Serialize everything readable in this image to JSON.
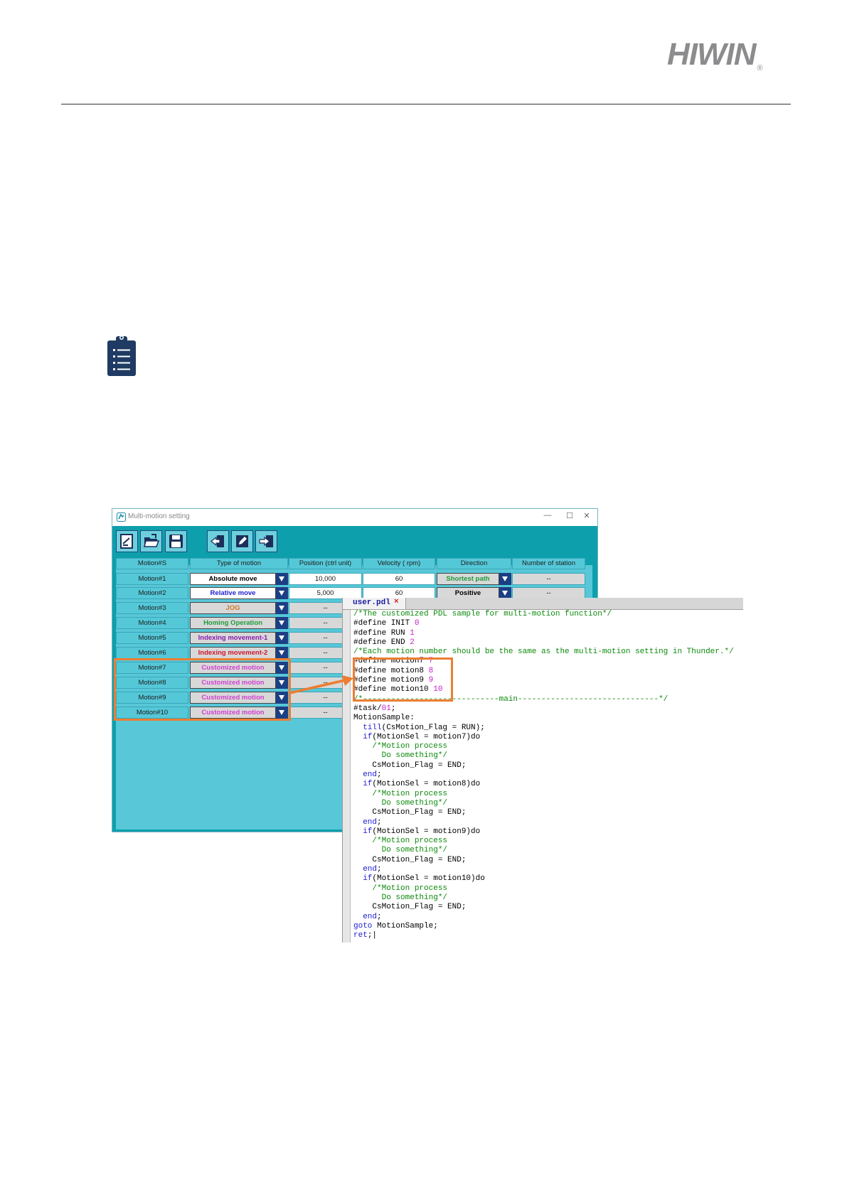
{
  "brand": {
    "name": "HIWIN",
    "reg": "®"
  },
  "window": {
    "title": "Multi-motion setting",
    "minimize": "—",
    "maximize": "☐",
    "close": "✕"
  },
  "toolbar": [
    "new-icon",
    "open-folder-icon",
    "save-icon",
    "import-icon",
    "edit-icon",
    "export-icon"
  ],
  "table": {
    "headers": [
      "Motion#S",
      "Type of motion",
      "Position (ctrl unit)",
      "Velocity ( rpm)",
      "Direction",
      "Number of station"
    ],
    "rows": [
      {
        "label": "Motion#1",
        "type": "Absolute move",
        "position": "10,000",
        "velocity": "60",
        "direction": "Shortest path",
        "station": "--"
      },
      {
        "label": "Motion#2",
        "type": "Relative move",
        "position": "5,000",
        "velocity": "60",
        "direction": "Positive",
        "station": "--"
      },
      {
        "label": "Motion#3",
        "type": "JOG",
        "position": "--"
      },
      {
        "label": "Motion#4",
        "type": "Homing Operation",
        "position": "--"
      },
      {
        "label": "Motion#5",
        "type": "Indexing movement-1",
        "position": "--"
      },
      {
        "label": "Motion#6",
        "type": "Indexing movement-2",
        "position": "--"
      },
      {
        "label": "Motion#7",
        "type": "Customized motion",
        "position": "--"
      },
      {
        "label": "Motion#8",
        "type": "Customized motion",
        "position": "--"
      },
      {
        "label": "Motion#9",
        "type": "Customized motion",
        "position": "--"
      },
      {
        "label": "Motion#10",
        "type": "Customized motion",
        "position": "--"
      }
    ],
    "type_colors": {
      "Absolute move": "#000000",
      "Relative move": "#1d1dd0",
      "JOG": "#d07a2a",
      "Homing Operation": "#1f9b3a",
      "Indexing movement-1": "#8a1ab0",
      "Indexing movement-2": "#d01530",
      "Customized motion": "#d23fd2"
    },
    "direction_colors": {
      "Shortest path": "#1f9b3a",
      "Positive": "#000000"
    },
    "highlight_color": "#ed7d31"
  },
  "editor": {
    "tab_name": "user.pdl",
    "tab_close": "×",
    "lines": [
      [
        [
          "c",
          "/*The customized PDL sample for multi-motion function*/"
        ]
      ],
      [
        [
          "t",
          "#define INIT "
        ],
        [
          "n",
          "0"
        ]
      ],
      [
        [
          "t",
          "#define RUN "
        ],
        [
          "n",
          "1"
        ]
      ],
      [
        [
          "t",
          "#define END "
        ],
        [
          "n",
          "2"
        ]
      ],
      [
        [
          "c",
          "/*Each motion number should be the same as the multi-motion setting in Thunder.*/"
        ]
      ],
      [
        [
          "t",
          "#define motion7 "
        ],
        [
          "n",
          "7"
        ]
      ],
      [
        [
          "t",
          "#define motion8 "
        ],
        [
          "n",
          "8"
        ]
      ],
      [
        [
          "t",
          "#define motion9 "
        ],
        [
          "n",
          "9"
        ]
      ],
      [
        [
          "t",
          "#define motion10 "
        ],
        [
          "n",
          "10"
        ]
      ],
      [
        [
          "c",
          "/*-----------------------------main------------------------------*/"
        ]
      ],
      [
        [
          "t",
          "#task/"
        ],
        [
          "n",
          "01"
        ],
        [
          "t",
          ";"
        ]
      ],
      [
        [
          "t",
          "MotionSample:"
        ]
      ],
      [
        [
          "t",
          "  "
        ],
        [
          "k",
          "till"
        ],
        [
          "t",
          "(CsMotion_Flag = RUN);"
        ]
      ],
      [
        [
          "t",
          "  "
        ],
        [
          "k",
          "if"
        ],
        [
          "t",
          "(MotionSel = motion7)do"
        ]
      ],
      [
        [
          "c",
          "    /*Motion process"
        ]
      ],
      [
        [
          "c",
          "      Do something*/"
        ]
      ],
      [
        [
          "t",
          "    CsMotion_Flag = END;"
        ]
      ],
      [
        [
          "t",
          "  "
        ],
        [
          "k",
          "end"
        ],
        [
          "t",
          ";"
        ]
      ],
      [
        [
          "t",
          "  "
        ],
        [
          "k",
          "if"
        ],
        [
          "t",
          "(MotionSel = motion8)do"
        ]
      ],
      [
        [
          "c",
          "    /*Motion process"
        ]
      ],
      [
        [
          "c",
          "      Do something*/"
        ]
      ],
      [
        [
          "t",
          "    CsMotion_Flag = END;"
        ]
      ],
      [
        [
          "t",
          "  "
        ],
        [
          "k",
          "end"
        ],
        [
          "t",
          ";"
        ]
      ],
      [
        [
          "t",
          "  "
        ],
        [
          "k",
          "if"
        ],
        [
          "t",
          "(MotionSel = motion9)do"
        ]
      ],
      [
        [
          "c",
          "    /*Motion process"
        ]
      ],
      [
        [
          "c",
          "      Do something*/"
        ]
      ],
      [
        [
          "t",
          "    CsMotion_Flag = END;"
        ]
      ],
      [
        [
          "t",
          "  "
        ],
        [
          "k",
          "end"
        ],
        [
          "t",
          ";"
        ]
      ],
      [
        [
          "t",
          "  "
        ],
        [
          "k",
          "if"
        ],
        [
          "t",
          "(MotionSel = motion10)do"
        ]
      ],
      [
        [
          "c",
          "    /*Motion process"
        ]
      ],
      [
        [
          "c",
          "      Do something*/"
        ]
      ],
      [
        [
          "t",
          "    CsMotion_Flag = END;"
        ]
      ],
      [
        [
          "t",
          "  "
        ],
        [
          "k",
          "end"
        ],
        [
          "t",
          ";"
        ]
      ],
      [
        [
          "k",
          "goto"
        ],
        [
          "t",
          " MotionSample;"
        ]
      ],
      [
        [
          "k",
          "ret"
        ],
        [
          "t",
          ";|"
        ]
      ]
    ]
  }
}
